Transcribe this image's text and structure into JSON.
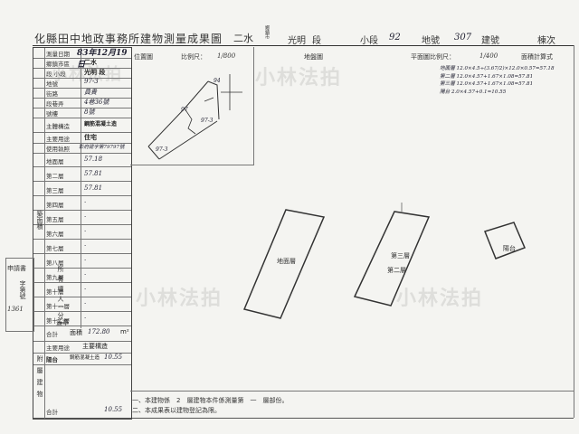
{
  "header": {
    "title": "化縣田中地政事務所建物測量成果圖",
    "township": "二水",
    "township_suffix": "鄉鎮市",
    "section_name": "光明",
    "section_label": "段",
    "subsection_label": "小段",
    "subsection_value": "92",
    "landno_label": "地號",
    "landno_value": "307",
    "building_label": "建號",
    "seq_label": "棟次"
  },
  "left_panel": {
    "survey_date_label": "測量日期",
    "survey_date": "83年12月19日",
    "township_row_label": "鄉鎮市區",
    "township_row_value": "二水",
    "section_row_label": "段 小段",
    "section_row_value": "光明 段",
    "land_no_label": "地號",
    "land_no_value": "97-3",
    "doorplate_road": "街路",
    "doorplate_road_value": "員貴",
    "doorplate_lane": "段巷弄",
    "doorplate_lane_value": "4巷36號",
    "doorplate_no": "號樓",
    "doorplate_no_value": "8號",
    "structure_label": "主體構造",
    "structure_value": "鋼筋混凝土造",
    "use_label": "主要用途",
    "use_value": "住宅",
    "permit_label": "使用執照",
    "permit_value": "彰府建字第79797號",
    "floors": [
      {
        "label": "地面層",
        "value": "57.18"
      },
      {
        "label": "第二層",
        "value": "57.81"
      },
      {
        "label": "第三層",
        "value": "57.81"
      },
      {
        "label": "第四層",
        "value": "·"
      },
      {
        "label": "第五層",
        "value": "·"
      },
      {
        "label": "第六層",
        "value": "·"
      },
      {
        "label": "第七層",
        "value": "·"
      },
      {
        "label": "第八層",
        "value": "·"
      },
      {
        "label": "第九層",
        "value": "·"
      },
      {
        "label": "第十層",
        "value": "·"
      },
      {
        "label": "第十一層",
        "value": "·"
      },
      {
        "label": "第十二層",
        "value": "·"
      }
    ],
    "total_label": "合計",
    "total_area_label": "面積",
    "total_area": "172.80",
    "unit": "m²",
    "attach_use": "主要用途",
    "attach_struct": "主要構造",
    "attach_item": "陽台",
    "attach_struct_value": "鋼筋混凝土造",
    "attach_area": "10.55",
    "attach_total": "10.55",
    "side_labels": {
      "build": "建",
      "floor_area": "築面積",
      "attach": "附屬建物",
      "applicant": "申請書",
      "fill": "字第號",
      "side_no": "1361",
      "owner": "所有權人(分)",
      "stamp": "蓋章"
    }
  },
  "location_map": {
    "title": "位置圖",
    "scale_label": "比例尺：",
    "scale": "1/800",
    "annotation_1": "94",
    "annotation_2": "97",
    "annotation_3": "97-3",
    "annotation_4": "97-3"
  },
  "plan": {
    "title": "地盤圖",
    "plan_title": "平面圖比例尺：",
    "plan_scale": "1/400",
    "calc_title": "面積計算式",
    "calc_lines": [
      "地面層 12.0×4.5÷(3.67/2)×12.0×0.57=57.18",
      "第二層 12.0×4.57+1.67×1.08=57.81",
      "第三層 12.0×4.57+1.67×1.08=57.81",
      "陽台 2.0×4.57+0.1=10.55"
    ],
    "shape_label_1": "地面層",
    "shape_label_2": "第三層",
    "shape_label_3": "第二層",
    "shape_label_4": "陽台"
  },
  "footer": {
    "note1": "一、本建物係　2　層建物本件係測量第　一　層部份。",
    "note2": "二、本成果表以建物登記為限。"
  },
  "watermark": "小林法拍"
}
